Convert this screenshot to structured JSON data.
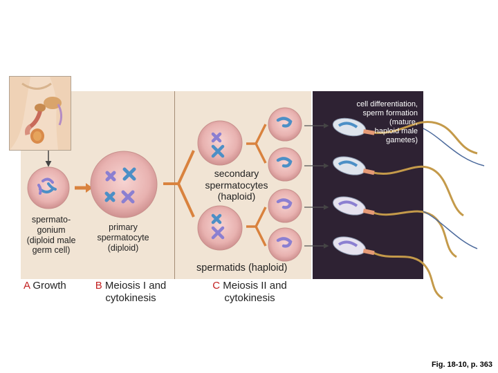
{
  "labels": {
    "cell_differentiation": "cell differentiation,\nsperm formation\n(mature,\nhaploid male\ngametes)",
    "secondary": "secondary\nspermatocytes\n(haploid)",
    "spermatogonium": "spermato-\ngonium\n(diploid male\ngerm cell)",
    "primary": "primary\nspermatocyte\n(diploid)",
    "spermatids": "spermatids (haploid)"
  },
  "steps": {
    "a_letter": "A",
    "a_text": " Growth",
    "b_letter": "B",
    "b_text": " Meiosis I and\ncytokinesis",
    "c_letter": "C",
    "c_text": "   Meiosis II and\ncytokinesis"
  },
  "footer": "Fig. 18-10, p. 363",
  "colors": {
    "panel": "#f1e4d4",
    "dark_panel": "#2e2233",
    "cell": "#e8b9b8",
    "chromosome_blue": "#4c8fc6",
    "chromosome_violet": "#8b7fd1",
    "sperm_tail": "#c49a4a",
    "accent_red": "#c21e1e"
  }
}
